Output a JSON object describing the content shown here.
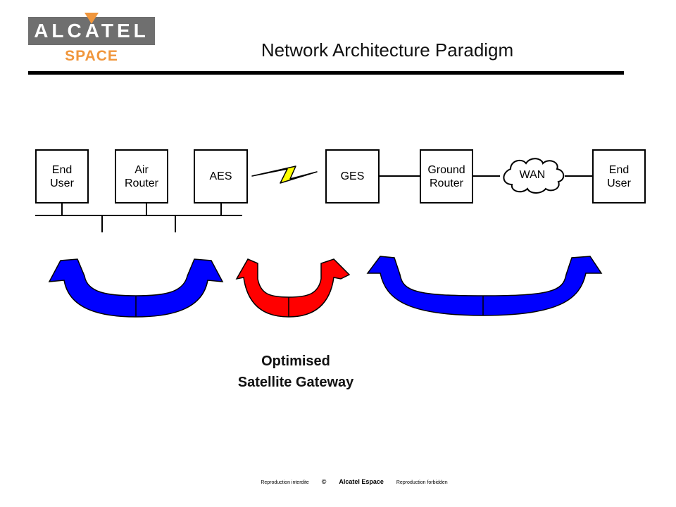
{
  "logo": {
    "word": "ALCATEL",
    "sub": "SPACE"
  },
  "title": "Network Architecture Paradigm",
  "nodes": {
    "end_user_left": "End\nUser",
    "air_router": "Air\nRouter",
    "aes": "AES",
    "ges": "GES",
    "ground_router": "Ground\nRouter",
    "wan": "WAN",
    "end_user_right": "End\nUser"
  },
  "caption": {
    "line1": "Optimised",
    "line2": "Satellite Gateway"
  },
  "footer": {
    "left": "Reproduction interdite",
    "copyright": "©",
    "company": "Alcatel Espace",
    "right": "Reproduction forbidden"
  },
  "colors": {
    "ground_arrows": "#0000ff",
    "satellite_arrow": "#ff0000",
    "lightning": "#ffff00",
    "logo_grey": "#6f6f6f",
    "logo_orange": "#f0963c"
  },
  "icons": {
    "link": "lightning-bolt-icon",
    "wan": "cloud-icon"
  }
}
